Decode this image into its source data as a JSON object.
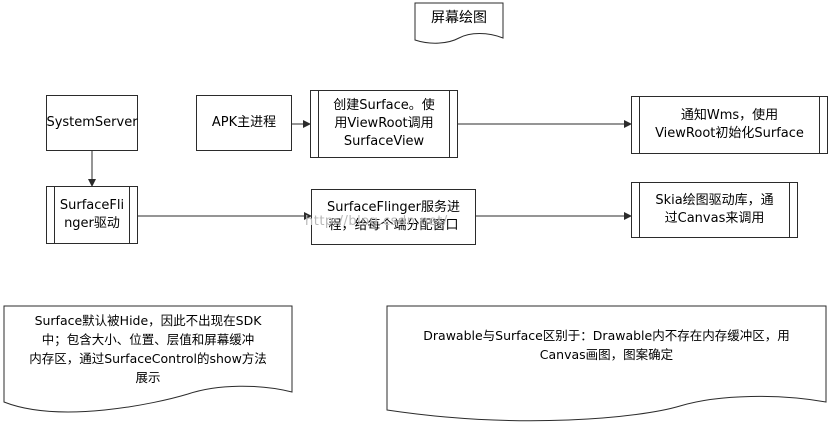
{
  "title_doc": "屏幕绘图",
  "nodes": {
    "system_server": "SystemServer",
    "apk_main": "APK主进程",
    "create_surface": [
      "创建Surface。使",
      "用ViewRoot调用",
      "SurfaceView"
    ],
    "notify_wms": [
      "通知Wms，使用",
      "ViewRoot初始化Surface"
    ],
    "sf_driver": [
      "SurfaceFli",
      "nger驱动"
    ],
    "sf_service": [
      "SurfaceFlinger服务进",
      "程，给每个端分配窗口"
    ],
    "skia": [
      "Skia绘图驱动库，通",
      "过Canvas来调用"
    ]
  },
  "notes": {
    "surface_note": [
      "Surface默认被Hide，因此不出现在SDK",
      "中；包含大小、位置、层值和屏幕缓冲",
      "内存区，通过SurfaceControl的show方法",
      "展示"
    ],
    "drawable_note": [
      "Drawable与Surface区别于：Drawable内不存在内存缓冲区，用",
      "Canvas画图，图案确定"
    ]
  },
  "watermark": "http://blog.csdn.net/"
}
